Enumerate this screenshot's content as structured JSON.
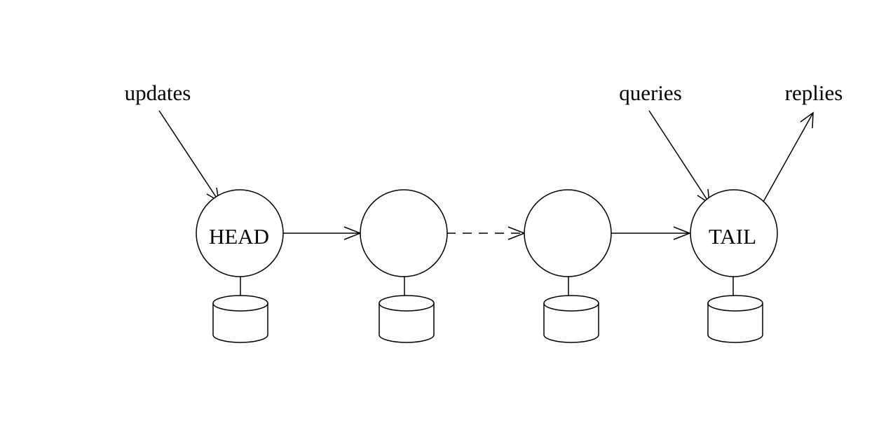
{
  "labels": {
    "updates": "updates",
    "queries": "queries",
    "replies": "replies"
  },
  "nodes": [
    {
      "id": "head",
      "label": "HEAD"
    },
    {
      "id": "node-2",
      "label": ""
    },
    {
      "id": "node-3",
      "label": ""
    },
    {
      "id": "tail",
      "label": "TAIL"
    }
  ],
  "links": [
    {
      "from": "head",
      "to": "node-2",
      "style": "solid"
    },
    {
      "from": "node-2",
      "to": "node-3",
      "style": "dashed"
    },
    {
      "from": "node-3",
      "to": "tail",
      "style": "solid"
    }
  ],
  "colors": {
    "stroke": "#000000",
    "background": "#ffffff"
  }
}
